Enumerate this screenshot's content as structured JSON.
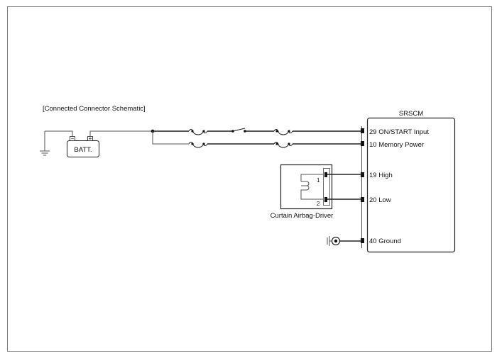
{
  "diagram": {
    "title": "[Connected Connector Schematic]",
    "battery": {
      "label": "BATT.",
      "neg": "−",
      "pos": "+"
    },
    "module": {
      "name": "SRSCM",
      "pins": [
        {
          "label": "29 ON/START Input"
        },
        {
          "label": "10 Memory Power"
        },
        {
          "label": "19 High"
        },
        {
          "label": "20 Low"
        },
        {
          "label": "40 Ground"
        }
      ]
    },
    "airbag": {
      "name": "Curtain Airbag-Driver",
      "pin1": "1",
      "pin2": "2"
    }
  }
}
